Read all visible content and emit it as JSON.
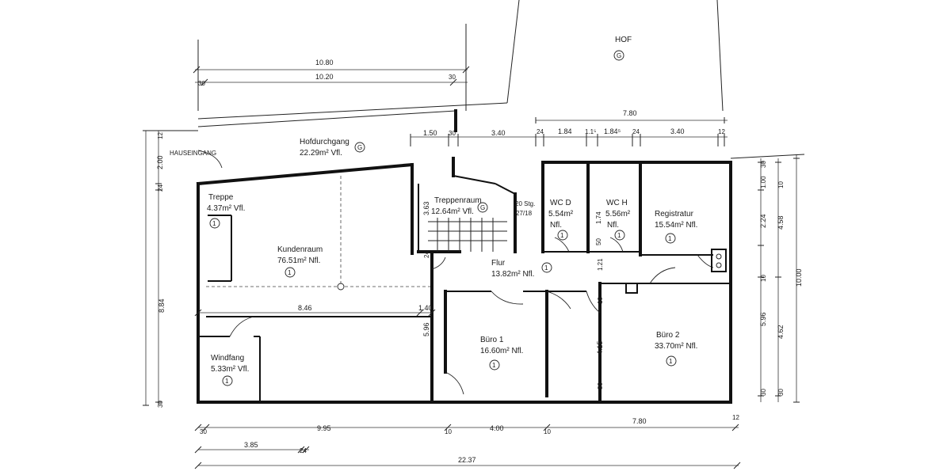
{
  "labels": {
    "hof": "HOF",
    "hauseingang": "HAUSEINGANG",
    "hofdurchgang_name": "Hofdurchgang",
    "hofdurchgang_area": "22.29m² Vfl.",
    "treppe_name": "Treppe",
    "treppe_area": "4.37m²  Vfl.",
    "kundenraum_name": "Kundenraum",
    "kundenraum_area": "76.51m²  Nfl.",
    "treppenraum_name": "Treppenraum",
    "treppenraum_area": "12.64m²  Vfl.",
    "stairs_note_1": "20 Stg.",
    "stairs_note_2": "27/18",
    "wcd_name": "WC  D",
    "wcd_area": "5.54m²",
    "wcd_type": "Nfl.",
    "wch_name": "WC  H",
    "wch_area": "5.56m²",
    "wch_type": "Nfl.",
    "registratur_name": "Registratur",
    "registratur_area": "15.54m²  Nfl.",
    "flur_name": "Flur",
    "flur_area": "13.82m²  Nfl.",
    "buero1_name": "Büro  1",
    "buero1_area": "16.60m²  Nfl.",
    "buero2_name": "Büro  2",
    "buero2_area": "33.70m²  Nfl.",
    "windfang_name": "Windfang",
    "windfang_area": "5.33m²  Vfl."
  },
  "marks": {
    "g": "G",
    "one": "1"
  },
  "dimensions": {
    "top_10_80": "10.80",
    "top_10_20": "10.20",
    "top_30_a": "30",
    "top_30_b": "30",
    "hof_7_80": "7.80",
    "d_1_50": "1.50",
    "d_30": "30",
    "d_3_40_a": "3.40",
    "d_24_a": "24",
    "d_1_84_a": "1.84",
    "d_1_1": "1.1⁵",
    "d_1_84_b": "1.84⁵",
    "d_24_b": "24",
    "d_3_40_b": "3.40",
    "d_12": "12",
    "left_8_84": "8.84",
    "left_2_00": "2.00",
    "left_24": "24",
    "left_30": "30",
    "left_12": "12",
    "mid_8_46": "8.46",
    "mid_1_40": "1.40",
    "mid_5_96": "5.96",
    "mid_3_63": "3.63",
    "mid_24": "24",
    "v_1_74": "1.74",
    "v_50": "50",
    "v_1_21": "1.21",
    "v_10": "10",
    "v_4_15": "4.15",
    "v_30": "30",
    "r_30_top": "30",
    "r_1_00": "1.00",
    "r_10_a": "10",
    "r_2_24": "2.24",
    "r_4_58": "4.58",
    "r_10_b": "10",
    "r_10_00": "10.00",
    "r_5_96": "5.96",
    "r_4_62": "4.62",
    "r_30_bot_a": "30",
    "r_30_bot_b": "30",
    "bot_30": "30",
    "bot_9_95": "9.95",
    "bot_10_a": "10",
    "bot_4_00": "4.00",
    "bot_10_b": "10",
    "bot_7_80": "7.80",
    "bot_12": "12",
    "bot_3_85": "3.85",
    "bot_24": "24",
    "bot_22_37": "22.37"
  }
}
